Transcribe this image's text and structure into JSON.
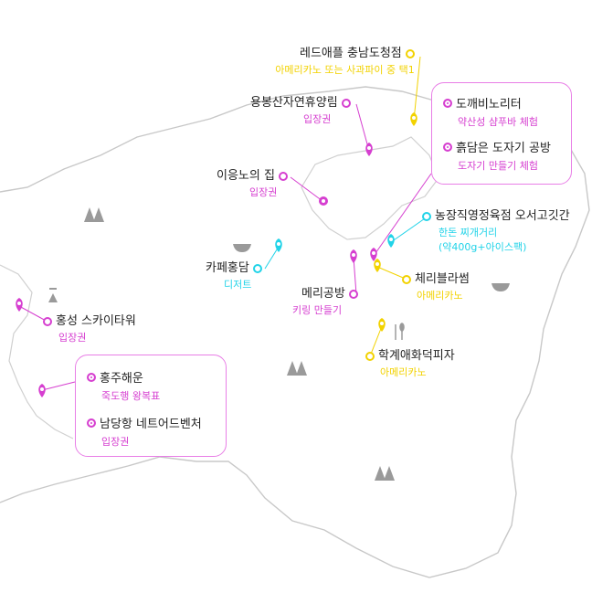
{
  "colors": {
    "magenta": "#d63fd0",
    "yellow": "#f2d200",
    "cyan": "#21d3e8",
    "group_border": "#e87ee6",
    "region_outline": "#c8c8c8",
    "icon_gray": "#9a9a9a"
  },
  "places": {
    "red_apple": {
      "name": "레드애플 충남도청점",
      "sub": "아메리카노 또는 사과파이 중 택1",
      "color": "yellow"
    },
    "yongbong": {
      "name": "용봉산자연휴양림",
      "sub": "입장권",
      "color": "magenta"
    },
    "igeungno": {
      "name": "이응노의 집",
      "sub": "입장권",
      "color": "magenta"
    },
    "cafe_hongdam": {
      "name": "카페홍담",
      "sub": "디저트",
      "color": "cyan"
    },
    "meri": {
      "name": "메리공방",
      "sub": "키링 만들기",
      "color": "magenta"
    },
    "farm": {
      "name": "농장직영정육점 오서고깃간",
      "sub": "한돈 찌개거리",
      "sub2": "(약400g+아이스팩)",
      "color": "cyan"
    },
    "cherry": {
      "name": "체리블라썸",
      "sub": "아메리카노",
      "color": "yellow"
    },
    "hakgye": {
      "name": "학계애화덕피자",
      "sub": "아메리카노",
      "color": "yellow"
    },
    "skytower": {
      "name": "홍성 스카이타워",
      "sub": "입장권",
      "color": "magenta"
    }
  },
  "group_east": [
    {
      "name": "도깨비노리터",
      "sub": "약산성 샴푸바 체험"
    },
    {
      "name": "흙담은 도자기 공방",
      "sub": "도자기 만들기 체험"
    }
  ],
  "group_west": [
    {
      "name": "홍주해운",
      "sub": "죽도행 왕복표"
    },
    {
      "name": "남당항 네트어드벤처",
      "sub": "입장권"
    }
  ],
  "icons": {
    "tree": "tree-icon",
    "bowl": "bowl-icon",
    "pin": "map-pin-icon",
    "dot": "location-dot-icon",
    "cutlery": "cutlery-icon",
    "tent": "tent-icon"
  }
}
